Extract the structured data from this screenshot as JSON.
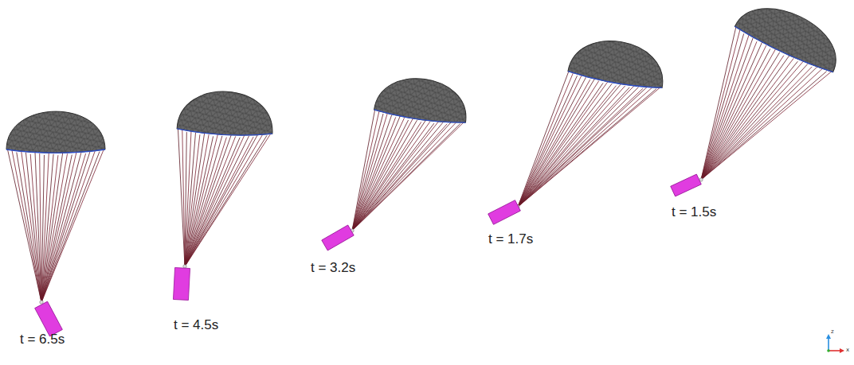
{
  "diagram": {
    "labels": [
      "t = 6.5s",
      "t = 4.5s",
      "t = 3.2s",
      "t = 1.7s",
      "t = 1.5s",
      "z",
      "x"
    ]
  }
}
